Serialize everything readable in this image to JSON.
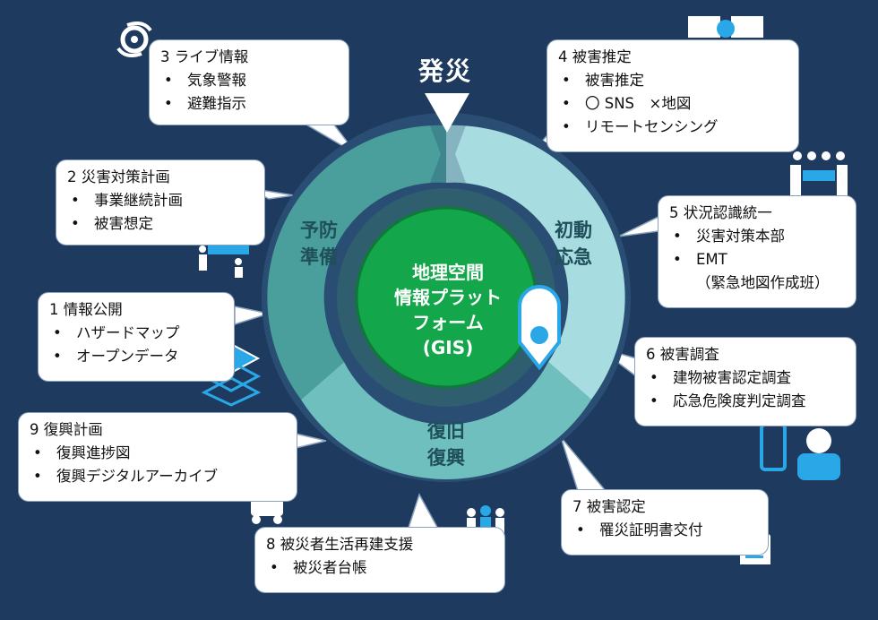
{
  "trigger": "発災",
  "center": [
    "地理空間",
    "情報プラット",
    "フォーム",
    "(GIS)"
  ],
  "phases": {
    "prevention": [
      "予防",
      "準備"
    ],
    "initial": [
      "初動",
      "応急"
    ],
    "recovery": [
      "復旧",
      "復興"
    ]
  },
  "callouts": [
    {
      "id": "c3",
      "title": "3 ライブ情報",
      "items": [
        "気象警報",
        "避難指示"
      ]
    },
    {
      "id": "c2",
      "title": "2 災害対策計画",
      "items": [
        "事業継続計画",
        "被害想定"
      ]
    },
    {
      "id": "c1",
      "title": "1 情報公開",
      "items": [
        "ハザードマップ",
        "オープンデータ"
      ]
    },
    {
      "id": "c9",
      "title": "9 復興計画",
      "items": [
        "復興進捗図",
        "復興デジタルアーカイブ"
      ]
    },
    {
      "id": "c4",
      "title": "4 被害推定",
      "items": [
        "被害推定",
        "〇 SNS　×地図",
        "リモートセンシング"
      ]
    },
    {
      "id": "c5",
      "title": "5 状況認識統一",
      "items": [
        "災害対策本部",
        "EMT"
      ],
      "extra": "（緊急地図作成班）"
    },
    {
      "id": "c6",
      "title": "6 被害調査",
      "items": [
        "建物被害認定調査",
        "応急危険度判定調査"
      ]
    },
    {
      "id": "c7",
      "title": "7 被害認定",
      "items": [
        "罹災証明書交付"
      ]
    },
    {
      "id": "c8",
      "title": "8 被災者生活再建支援",
      "items": [
        "被災者台帳"
      ]
    }
  ],
  "colors": {
    "background": "#1f3a5f",
    "ring_dark": "#4a9e9c",
    "ring_light": "#a7dde0",
    "ring_mid": "#6fbfbf",
    "center_green": "#14a64a",
    "accent_blue": "#2aa7e6"
  },
  "icons": [
    "typhoon-icon",
    "monitor-operator-icon",
    "team-meeting-icon",
    "presentation-icon",
    "map-layers-icon",
    "phone-survey-icon",
    "document-icon",
    "people-group-icon",
    "rescue-vehicle-icon",
    "map-pin-icon"
  ]
}
